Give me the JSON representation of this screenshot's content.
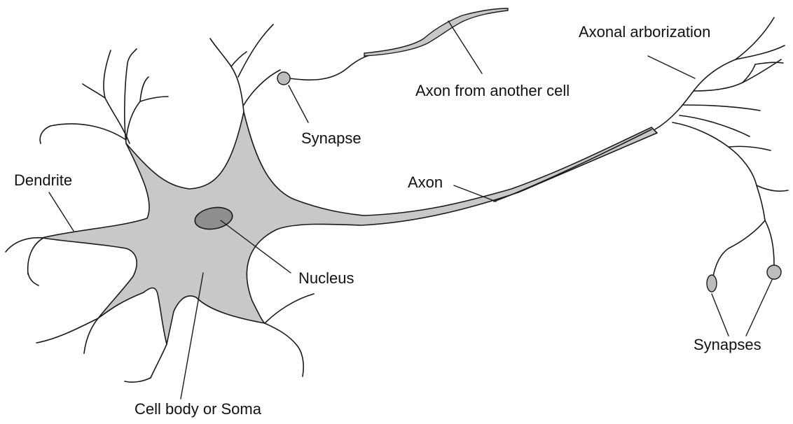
{
  "diagram": {
    "colors": {
      "cell_fill": "#c8c8c8",
      "nucleus_fill": "#8e8e8e",
      "synapse_fill": "#bdbdbd",
      "line": "#1a1a1a",
      "background": "#ffffff"
    },
    "labels": {
      "axon_from_another_cell": "Axon from another cell",
      "axonal_arborization": "Axonal arborization",
      "synapse": "Synapse",
      "dendrite": "Dendrite",
      "axon": "Axon",
      "nucleus": "Nucleus",
      "synapses": "Synapses",
      "cell_body": "Cell body or Soma"
    }
  }
}
